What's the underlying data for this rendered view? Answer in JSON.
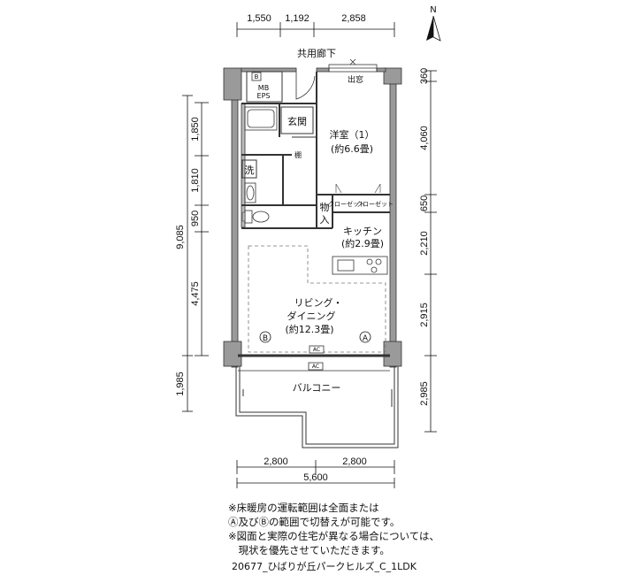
{
  "corridor_label": "共用廊下",
  "north_label": "N",
  "top_dimensions": [
    "1,550",
    "1,192",
    "2,858"
  ],
  "bottom_dimensions": [
    "2,800",
    "2,800"
  ],
  "bottom_total": "5,600",
  "left_dimensions": [
    "1,850",
    "1,810",
    "950",
    "4,475"
  ],
  "left_total": "9,085",
  "left_balcony": "1,985",
  "right_dimensions": [
    "360",
    "4,060",
    "650",
    "2,210",
    "2,915",
    "2,985"
  ],
  "rooms": {
    "mb": "MB",
    "mb_b": "B",
    "eps": "EPS",
    "window": "出窓",
    "entrance": "玄関",
    "western_room": "洋室（1）",
    "western_size": "(約6.6畳)",
    "shoebox": "棚",
    "wash": "洗",
    "storage": "物入",
    "closet": "クローゼット",
    "kitchen": "キッチン",
    "kitchen_size": "(約2.9畳)",
    "living_line1": "リビング・",
    "living_line2": "ダイニング",
    "living_size": "(約12.3畳)",
    "zone_a": "A",
    "zone_b": "B",
    "ac": "AC",
    "balcony": "バルコニー"
  },
  "notes": [
    "※床暖房の運転範囲は全面または",
    "Ⓐ及びⒷの範囲で切替えが可能です。",
    "※図面と実際の住宅が異なる場合については、",
    "　現状を優先させていただきます。"
  ],
  "caption": "20677_ひばりが丘パークヒルズ_C_1LDK"
}
